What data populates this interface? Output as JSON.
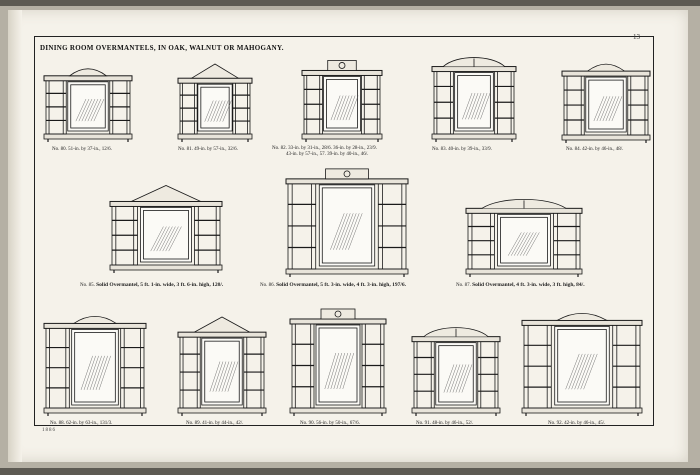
{
  "page": {
    "title": "DINING ROOM OVERMANTELS, IN OAK, WALNUT OR MAHOGANY.",
    "page_number": "13",
    "footer_mark": "1886"
  },
  "items": [
    {
      "num": "No. 80.",
      "desc": "51-in. by 37-in., 12/6."
    },
    {
      "num": "No. 81.",
      "desc": "49-in. by 57-in., 32/6."
    },
    {
      "num": "No. 82.",
      "desc": "33-in. by 31-in., 28/6.",
      "desc2": "43-in. by 57-in., 57.",
      "desc3": "36-in. by 28-in., 23/9.",
      "desc4": "39-in. by 40-in., 46/."
    },
    {
      "num": "No. 83.",
      "desc": "40-in. by 39-in., 33/9."
    },
    {
      "num": "No. 84.",
      "desc": "42-in. by 46-in., 48/."
    },
    {
      "num": "No. 85.",
      "desc": "Solid Overmantel, 5 ft. 1-in. wide, 3 ft. 6-in. high, 120/."
    },
    {
      "num": "No. 86.",
      "desc": "Solid Overmantel, 5 ft. 3-in. wide, 4 ft. 3-in. high, 197/6."
    },
    {
      "num": "No. 87.",
      "desc": "Solid Overmantel, 4 ft. 3-in. wide, 3 ft. high, 84/."
    },
    {
      "num": "No. 88.",
      "desc": "62-in. by 63-in., 131/3."
    },
    {
      "num": "No. 89.",
      "desc": "41-in. by 44-in., 42/."
    },
    {
      "num": "No. 90.",
      "desc": "56-in. by 50-in., 67/6."
    },
    {
      "num": "No. 91.",
      "desc": "48-in. by 46-in., 52/."
    },
    {
      "num": "No. 92.",
      "desc": "42-in. by 46-in., 45/."
    }
  ]
}
